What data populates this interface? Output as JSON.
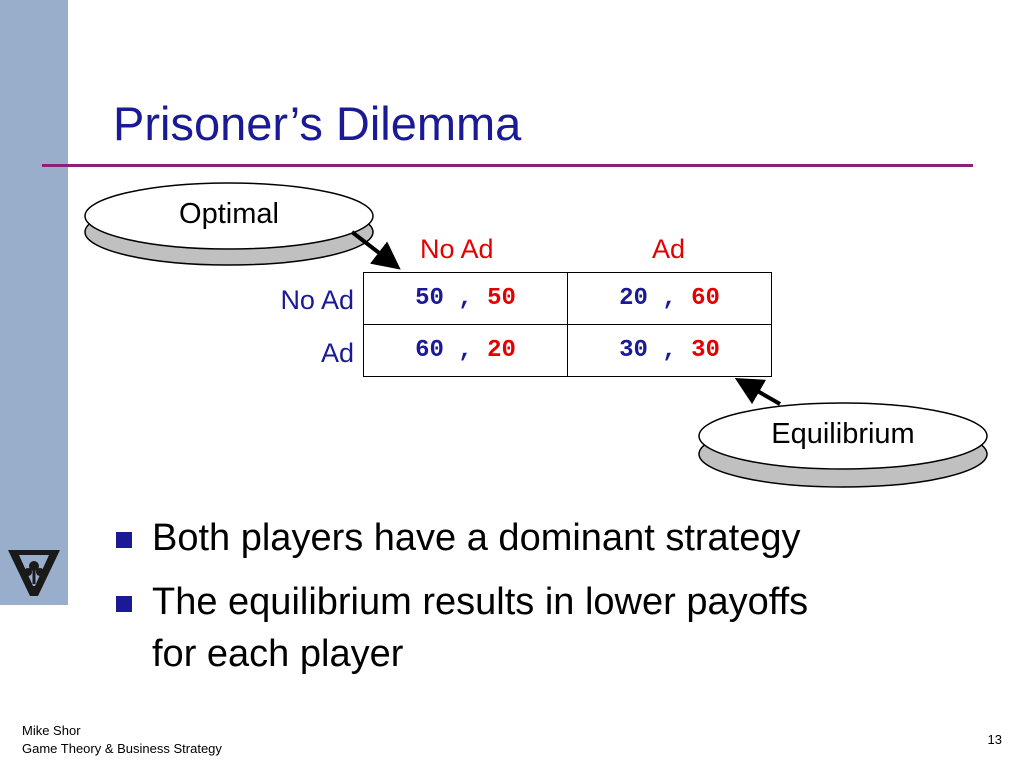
{
  "title": "Prisoner’s Dilemma",
  "matrix": {
    "col_headers": [
      "No Ad",
      "Ad"
    ],
    "row_headers": [
      "No Ad",
      "Ad"
    ],
    "cells": [
      [
        {
          "p1": "50",
          "sep": " , ",
          "p2": "50"
        },
        {
          "p1": "20",
          "sep": " , ",
          "p2": "60"
        }
      ],
      [
        {
          "p1": "60",
          "sep": " , ",
          "p2": "20"
        },
        {
          "p1": "30",
          "sep": " , ",
          "p2": "30"
        }
      ]
    ]
  },
  "callouts": {
    "optimal": "Optimal",
    "equilibrium": "Equilibrium"
  },
  "bullets": [
    "Both players have a dominant strategy",
    "The equilibrium results in lower payoffs for each player"
  ],
  "footer": {
    "author": "Mike Shor",
    "course": "Game Theory & Business Strategy",
    "page": "13"
  },
  "colors": {
    "title": "#1a1a96",
    "accent_rule": "#8b1f7a",
    "player2": "#e30000",
    "sidebar": "#99aecb"
  }
}
